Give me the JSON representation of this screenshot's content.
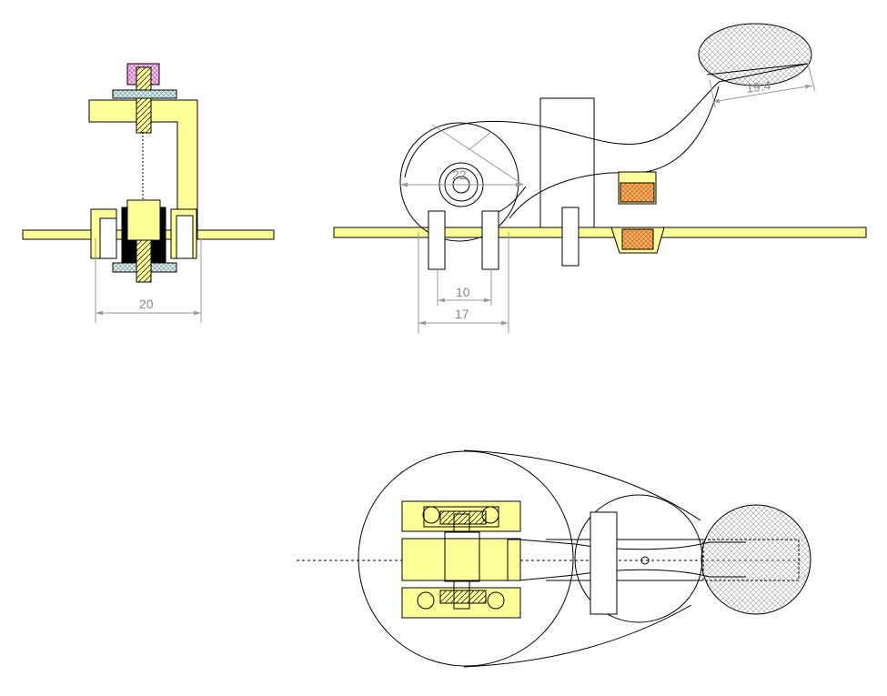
{
  "dimensions": {
    "front_width": "20",
    "pivot_diameter": "22",
    "post_spacing_inner": "10",
    "post_spacing_outer": "17",
    "knob_length": "19.4"
  },
  "colors": {
    "background": "#ffffff",
    "part_fill": "#ffff99",
    "hatch_gray": "#9a9a9a",
    "hatch_orange": "#f2a04a",
    "hatch_pink": "#e070c0",
    "washer_hatch": "#7fb0b0",
    "bushing": "#000000",
    "line": "#000000",
    "dimension_line": "#9a9a9a"
  }
}
